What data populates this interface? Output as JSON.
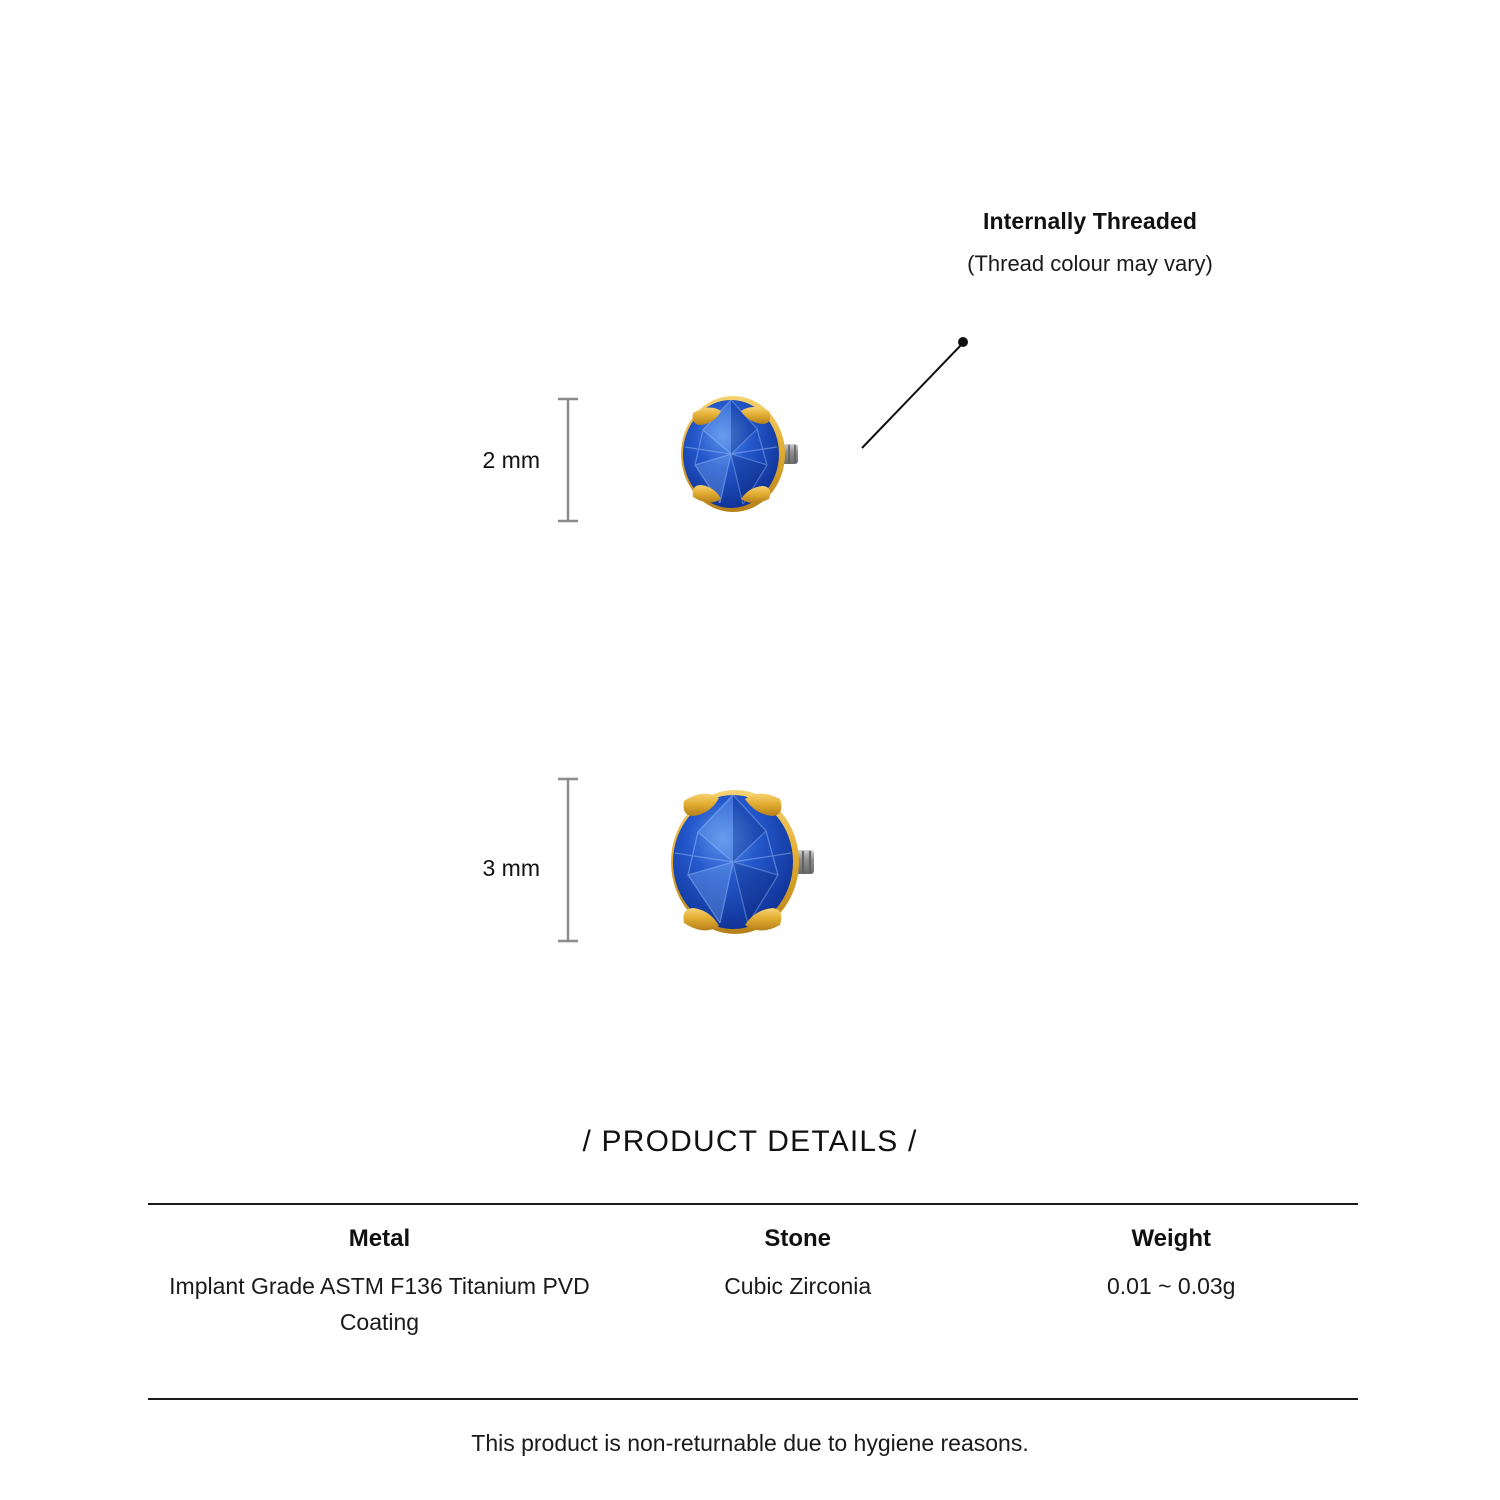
{
  "annotation": {
    "title": "Internally Threaded",
    "subtitle": "(Thread colour may vary)"
  },
  "products": [
    {
      "size_label": "2 mm",
      "icon": "blue-gem-stud-icon"
    },
    {
      "size_label": "3 mm",
      "icon": "blue-gem-stud-icon"
    }
  ],
  "details": {
    "heading": "/ PRODUCT DETAILS /",
    "columns": [
      {
        "label": "Metal",
        "value": "Implant Grade ASTM F136 Titanium PVD Coating"
      },
      {
        "label": "Stone",
        "value": "Cubic Zirconia"
      },
      {
        "label": "Weight",
        "value": "0.01 ~ 0.03g"
      }
    ]
  },
  "footnote": "This product is non-returnable due to hygiene reasons.",
  "colors": {
    "gem_blue": "#1b4fc4",
    "gem_blue_light": "#3f7fe0",
    "gem_blue_dark": "#0f2f8f",
    "gold": "#e0a92a",
    "gold_light": "#f4cf62",
    "gold_dark": "#b8821a",
    "thread_silver": "#9a9a9a",
    "rule": "#1a1a1a",
    "dim_line": "#8c8c8c"
  }
}
